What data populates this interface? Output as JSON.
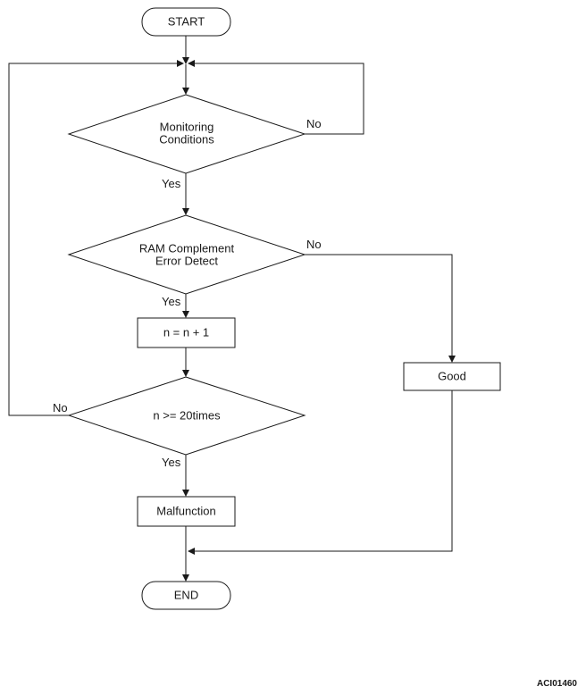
{
  "flowchart": {
    "start": "START",
    "decision_monitoring": [
      "Monitoring",
      "Conditions"
    ],
    "decision_ram": [
      "RAM Complement",
      "Error Detect"
    ],
    "process_increment": "n = n + 1",
    "decision_count": "n >= 20times",
    "process_good": "Good",
    "process_malfunction": "Malfunction",
    "end": "END",
    "labels": {
      "monitoring_no": "No",
      "monitoring_yes": "Yes",
      "ram_no": "No",
      "ram_yes": "Yes",
      "count_no": "No",
      "count_yes": "Yes"
    }
  },
  "figure_code": "ACI01460"
}
